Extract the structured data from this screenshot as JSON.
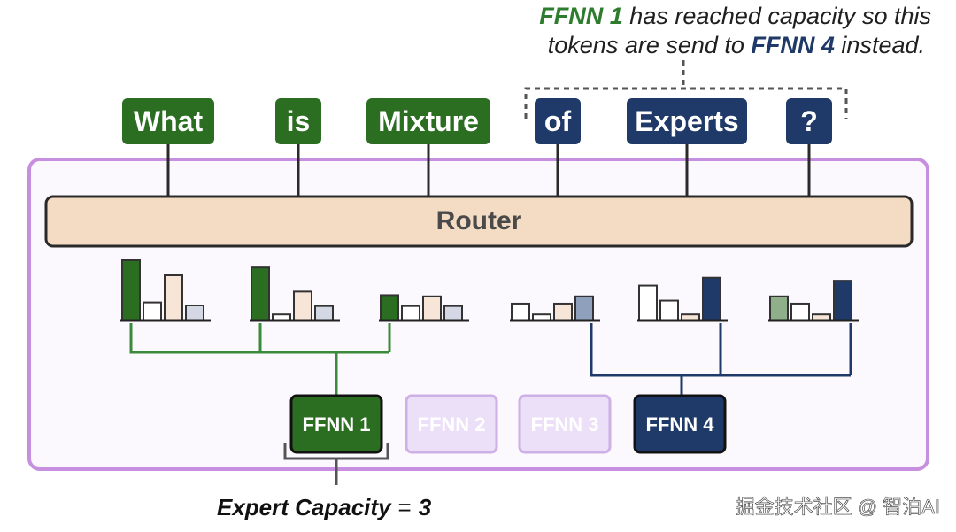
{
  "caption": {
    "line1_em": "FFNN 1",
    "line1_rest": " has reached capacity so this",
    "line2_start": "tokens are send to ",
    "line2_em": "FFNN 4",
    "line2_end": " instead."
  },
  "tokens": [
    {
      "label": "What",
      "group": "green"
    },
    {
      "label": "is",
      "group": "green"
    },
    {
      "label": "Mixture",
      "group": "green"
    },
    {
      "label": "of",
      "group": "blue"
    },
    {
      "label": "Experts",
      "group": "blue"
    },
    {
      "label": "?",
      "group": "blue"
    }
  ],
  "router": {
    "label": "Router"
  },
  "routing_probs": [
    {
      "values": [
        1.0,
        0.3,
        0.75,
        0.25
      ],
      "selected": 0
    },
    {
      "values": [
        0.88,
        0.1,
        0.48,
        0.24
      ],
      "selected": 0
    },
    {
      "values": [
        0.42,
        0.24,
        0.4,
        0.24
      ],
      "selected": 0
    },
    {
      "values": [
        0.28,
        0.1,
        0.28,
        0.4
      ],
      "selected": 3
    },
    {
      "values": [
        0.58,
        0.33,
        0.1,
        0.71
      ],
      "selected": 3
    },
    {
      "values": [
        0.4,
        0.28,
        0.1,
        0.66
      ],
      "selected": 3
    }
  ],
  "experts": [
    {
      "label": "FFNN 1",
      "state": "active-green"
    },
    {
      "label": "FFNN 2",
      "state": "faded"
    },
    {
      "label": "FFNN 3",
      "state": "faded"
    },
    {
      "label": "FFNN 4",
      "state": "active-blue"
    }
  ],
  "capacity": {
    "label": "Expert Capacity",
    "equals": "=",
    "value": "3"
  },
  "watermark": "掘金技术社区 @ 智泊AI",
  "colors": {
    "green": "#2b6e22",
    "blue": "#1f3a68",
    "router_fill": "#f3dcc3",
    "container_border": "#c78fe0",
    "container_fill": "#fcf9fe",
    "faded_fill": "#ecdff8",
    "faded_border": "#cdb0e6"
  }
}
